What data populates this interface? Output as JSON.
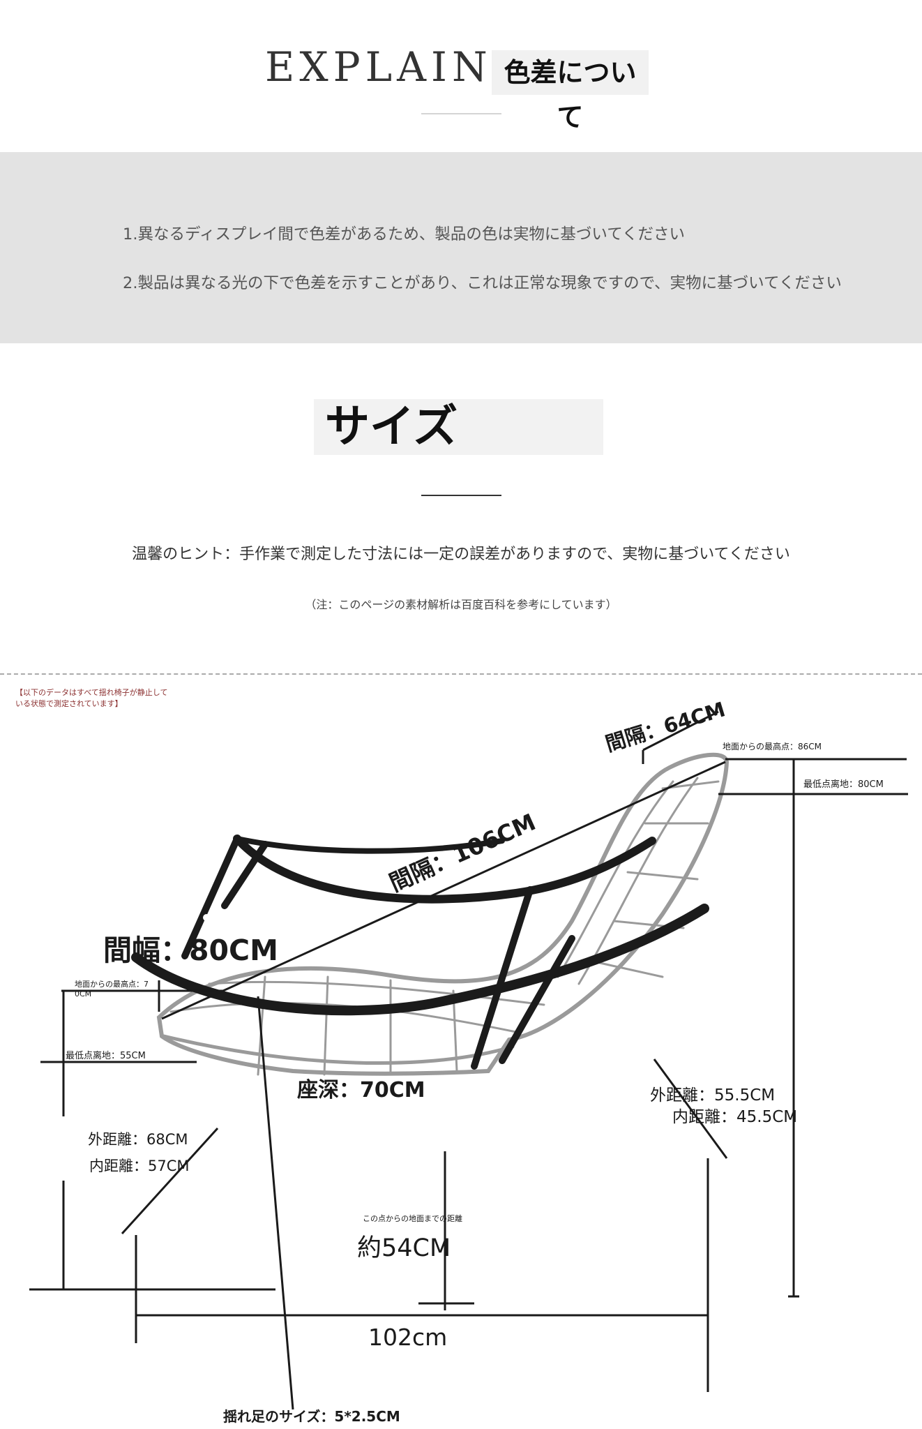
{
  "header": {
    "title": "EXPLAIN",
    "subtitle": "色差について"
  },
  "color_notes": [
    "1.異なるディスプレイ間で色差があるため、製品の色は実物に基づいてください",
    "2.製品は異なる光の下で色差を示すことがあり、これは正常な現象ですので、実物に基づいてください"
  ],
  "size_section": {
    "title": "サイズ",
    "hint": "温馨のヒント：手作業で測定した寸法には一定の誤差がありますので、実物に基づいてください",
    "note": "（注：このページの素材解析は百度百科を参考にしています）"
  },
  "diagram": {
    "condition_line1": "【以下のデータはすべて揺れ椅子が静止して",
    "condition_line2": "いる状態で測定されています】",
    "back_width": "間隔：64CM",
    "highest_back": "地面からの最高点：86CM",
    "lowest_back": "最低点离地：80CM",
    "diagonal": "間隔：106CM",
    "seat_width": "間幅：80CM",
    "highest_front_a": "地面からの最高点：7",
    "highest_front_b": "0CM",
    "lowest_front": "最低点离地：55CM",
    "seat_depth": "座深：70CM",
    "rear_outer": "外距離：55.5CM",
    "rear_inner": "内距離：45.5CM",
    "front_outer": "外距離：68CM",
    "front_inner": "内距離：57CM",
    "ground_note": "この点からの地面までの距離",
    "ground_value": "約54CM",
    "length": "102cm",
    "rocker_size": "揺れ足のサイズ：5*2.5CM"
  },
  "colors": {
    "band": "#e3e3e3",
    "rattan": "#9a9a9a",
    "frame": "#1b1b1b",
    "condition_text": "#8b3030"
  }
}
